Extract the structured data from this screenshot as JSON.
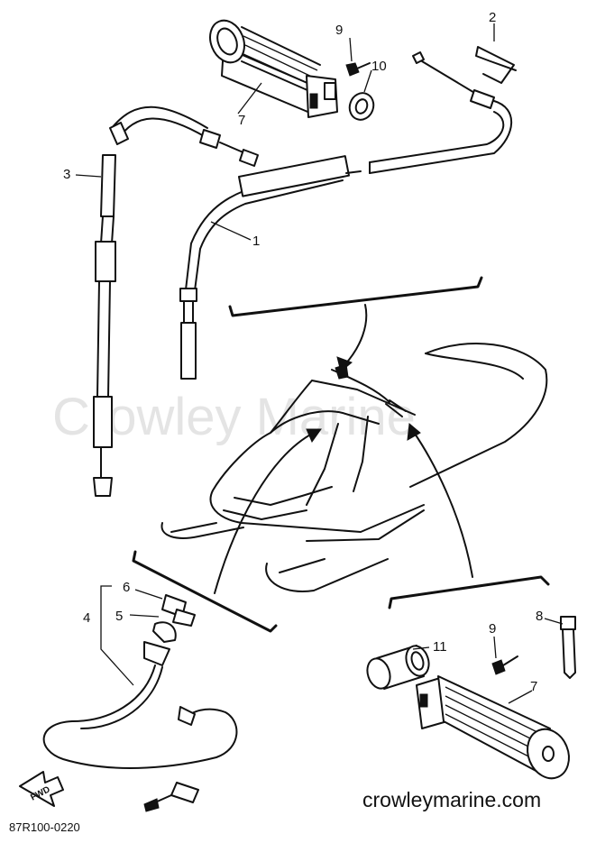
{
  "watermark": "Crowley Marine",
  "footer": {
    "site": "crowleymarine.com",
    "code": "87R100-0220"
  },
  "fwd_label": "FWD",
  "callouts": {
    "c1": "1",
    "c2": "2",
    "c3": "3",
    "c4": "4",
    "c5": "5",
    "c6": "6",
    "c7_top": "7",
    "c7_bottom": "7",
    "c8": "8",
    "c9_top": "9",
    "c9_bottom": "9",
    "c10": "10",
    "c11": "11"
  }
}
